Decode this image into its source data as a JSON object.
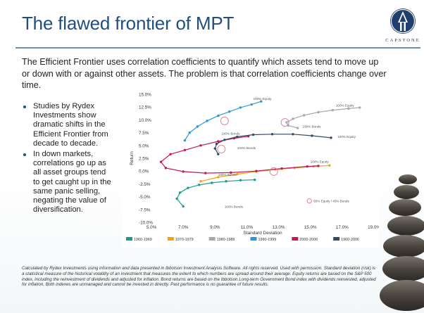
{
  "slide": {
    "title": "The flawed frontier of MPT",
    "logo_text": "CAPSTONE",
    "intro": "The Efficient Frontier uses correlation coefficients to quantify which assets tend to move up or down with or against other assets. The problem is that correlation coefficients change over time.",
    "bullets": [
      "Studies by Rydex Investments show dramatic shifts in the Efficient Frontier from decade to decade.",
      "In down markets, correlations go up as all asset groups tend to get caught up in the same panic selling, negating the value of diversification."
    ],
    "footnote": "Calculated by Rydex Investments using information and data presented in Ibbotson Investment Analysis Software. All rights reserved. Used with permission. Standard deviation (risk) is a statistical measure of the historical volatility of an investment that measures the extent to which numbers are spread around their average. Equity returns are based on the S&P 500 index, including the reinvestment of dividends and adjusted for inflation. Bond returns are based on the Ibbotson Long-term Government Bond index with dividends reinvested, adjusted for inflation. Both indexes are unmanaged and cannot be invested in directly. Past performance is no guarantee of future results."
  },
  "chart_data": {
    "type": "line",
    "title": "",
    "xlabel": "Standard Deviation",
    "ylabel": "Return",
    "xlim": [
      5.0,
      19.0
    ],
    "ylim": [
      -10.0,
      15.0
    ],
    "x_ticks": [
      "5.0%",
      "7.0%",
      "9.0%",
      "11.0%",
      "13.0%",
      "15.0%",
      "17.0%",
      "19.0%"
    ],
    "y_ticks": [
      "15.0%",
      "12.5%",
      "10.0%",
      "7.5%",
      "5.0%",
      "2.5%",
      "0.0%",
      "-2.5%",
      "-5.0%",
      "-7.5%",
      "-10.0%"
    ],
    "grid": false,
    "legend_position": "bottom",
    "annotations": [
      {
        "text": "100% Equity",
        "x": 11.4,
        "y": 13.9
      },
      {
        "text": "100% Equity",
        "x": 16.6,
        "y": 12.6
      },
      {
        "text": "100% Bonds",
        "x": 14.5,
        "y": 8.5
      },
      {
        "text": "100% Equity",
        "x": 16.7,
        "y": 6.5
      },
      {
        "text": "100% Bonds",
        "x": 9.4,
        "y": 7.1
      },
      {
        "text": "100% Bonds",
        "x": 10.4,
        "y": 4.3
      },
      {
        "text": "100% Equity",
        "x": 15.0,
        "y": 1.6
      },
      {
        "text": "100% Bonds",
        "x": 9.2,
        "y": -0.9
      },
      {
        "text": "100% Bonds",
        "x": 9.6,
        "y": -7.2
      },
      {
        "text": "60% Equity / 40% Bonds",
        "x": 15.2,
        "y": -6.1
      }
    ],
    "series": [
      {
        "name": "1960-1969",
        "color": "#1a9b8c",
        "x": [
          7.0,
          6.6,
          6.8,
          7.3,
          8.0,
          8.8,
          9.7,
          10.6,
          11.5
        ],
        "y": [
          -6.9,
          -5.4,
          -4.2,
          -3.3,
          -2.7,
          -2.3,
          -2.0,
          -1.8,
          -1.7
        ]
      },
      {
        "name": "1970-1979",
        "color": "#f0a21a",
        "x": [
          8.1,
          9.2,
          10.4,
          11.6,
          12.8,
          14.0,
          15.2,
          16.2
        ],
        "y": [
          -2.0,
          -1.2,
          -0.6,
          -0.1,
          0.3,
          0.6,
          0.9,
          1.1
        ]
      },
      {
        "name": "1980-1989",
        "color": "#a8a8a8",
        "x": [
          14.2,
          13.6,
          13.5,
          13.9,
          14.6,
          15.5,
          16.4,
          17.4,
          18.1
        ],
        "y": [
          8.4,
          8.9,
          9.5,
          10.2,
          10.9,
          11.5,
          11.9,
          12.2,
          12.4
        ]
      },
      {
        "name": "1990-1999",
        "color": "#2a9ad6",
        "x": [
          7.1,
          7.4,
          7.9,
          8.5,
          9.2,
          9.9,
          10.6,
          11.3,
          11.9
        ],
        "y": [
          6.0,
          7.5,
          8.7,
          9.8,
          10.8,
          11.6,
          12.4,
          13.0,
          13.6
        ]
      },
      {
        "name": "2000-2006",
        "color": "#c2185b",
        "x": [
          11.1,
          10.2,
          9.2,
          8.1,
          7.1,
          6.2,
          5.6,
          5.9,
          7.0,
          8.4,
          10.0,
          11.6,
          13.2,
          14.8,
          15.5
        ],
        "y": [
          6.8,
          6.4,
          5.8,
          5.0,
          4.1,
          3.3,
          1.8,
          0.6,
          -0.1,
          -0.4,
          -0.3,
          0.0,
          0.5,
          0.9,
          1.0
        ]
      },
      {
        "name": "1960-2006",
        "color": "#334a66",
        "x": [
          9.2,
          9.0,
          9.1,
          9.6,
          10.4,
          11.4,
          12.6,
          13.9,
          15.1,
          16.3
        ],
        "y": [
          3.3,
          4.4,
          5.3,
          6.1,
          6.7,
          7.1,
          7.2,
          7.2,
          6.9,
          6.5
        ]
      }
    ],
    "circles": [
      {
        "x": 9.6,
        "y": 9.8
      },
      {
        "x": 13.4,
        "y": 9.5
      },
      {
        "x": 12.7,
        "y": -0.1
      },
      {
        "x": 9.4,
        "y": 4.3
      }
    ]
  }
}
